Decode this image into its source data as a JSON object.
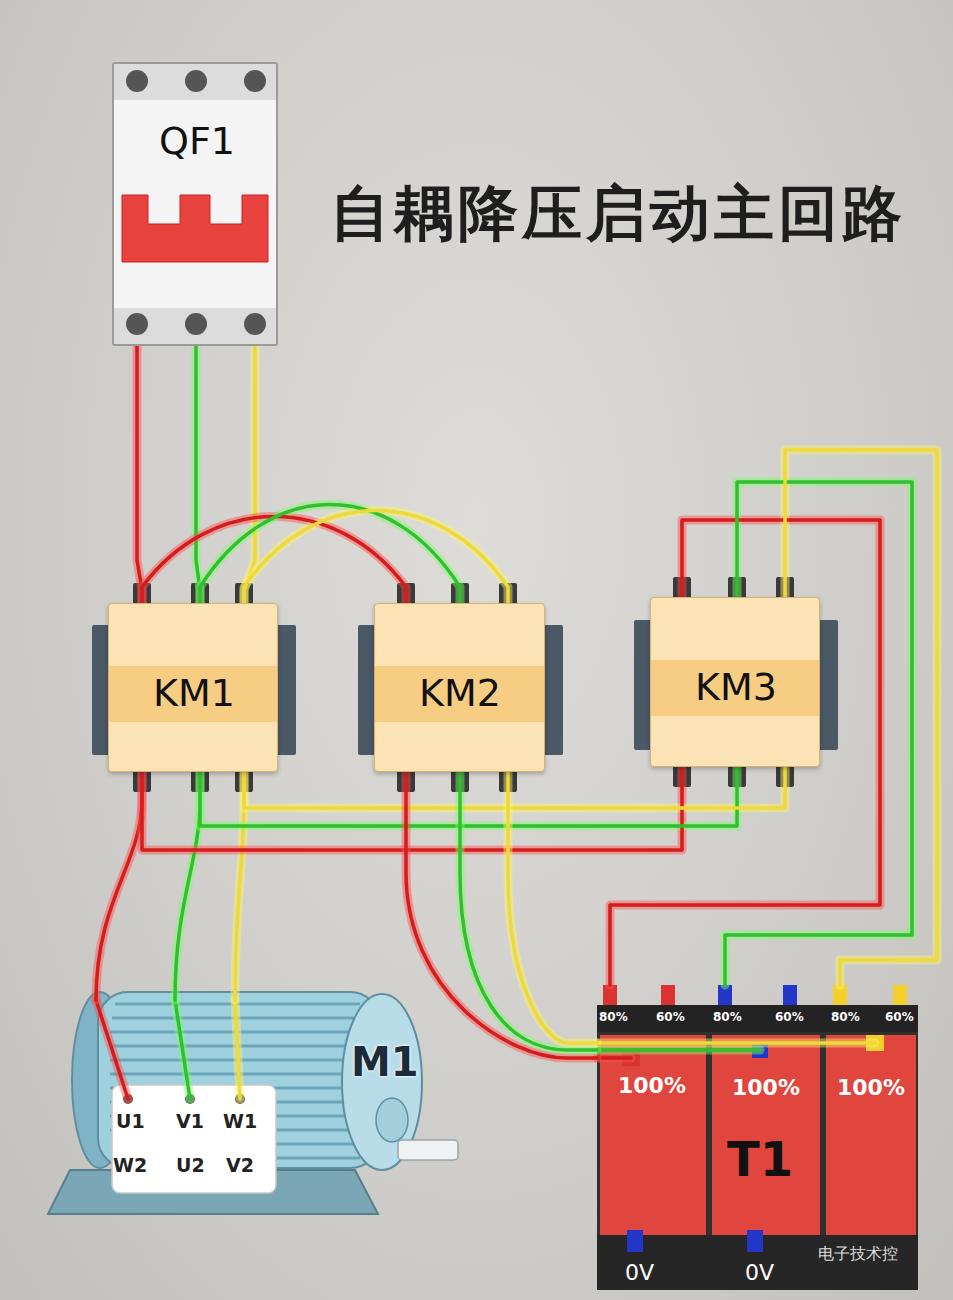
{
  "diagram": {
    "title": "自耦降压启动主回路",
    "nodes": [
      {
        "text": [
          "QF1"
        ]
      },
      {
        "text": [
          "KM1"
        ]
      },
      {
        "text": [
          "KM2"
        ]
      },
      {
        "text": [
          "KM3"
        ]
      },
      {
        "text": [
          "M1"
        ]
      },
      {
        "text": [
          "T1"
        ]
      }
    ],
    "edges": [
      {
        "from": 0,
        "to": 1,
        "arrow": "none"
      },
      {
        "from": 1,
        "to": 2,
        "arrow": "none"
      },
      {
        "from": 1,
        "to": 4,
        "arrow": "none"
      },
      {
        "from": 1,
        "to": 3,
        "arrow": "none"
      },
      {
        "from": 2,
        "to": 5,
        "arrow": "none"
      },
      {
        "from": 3,
        "to": 5,
        "arrow": "none"
      }
    ],
    "labels": [
      "80%",
      "60%",
      "80%",
      "60%",
      "80%",
      "60%",
      "100%",
      "100%",
      "100%",
      "U1",
      "V1",
      "W1",
      "W2",
      "U2",
      "V2",
      "0V",
      "0V",
      "电子技术控"
    ]
  }
}
